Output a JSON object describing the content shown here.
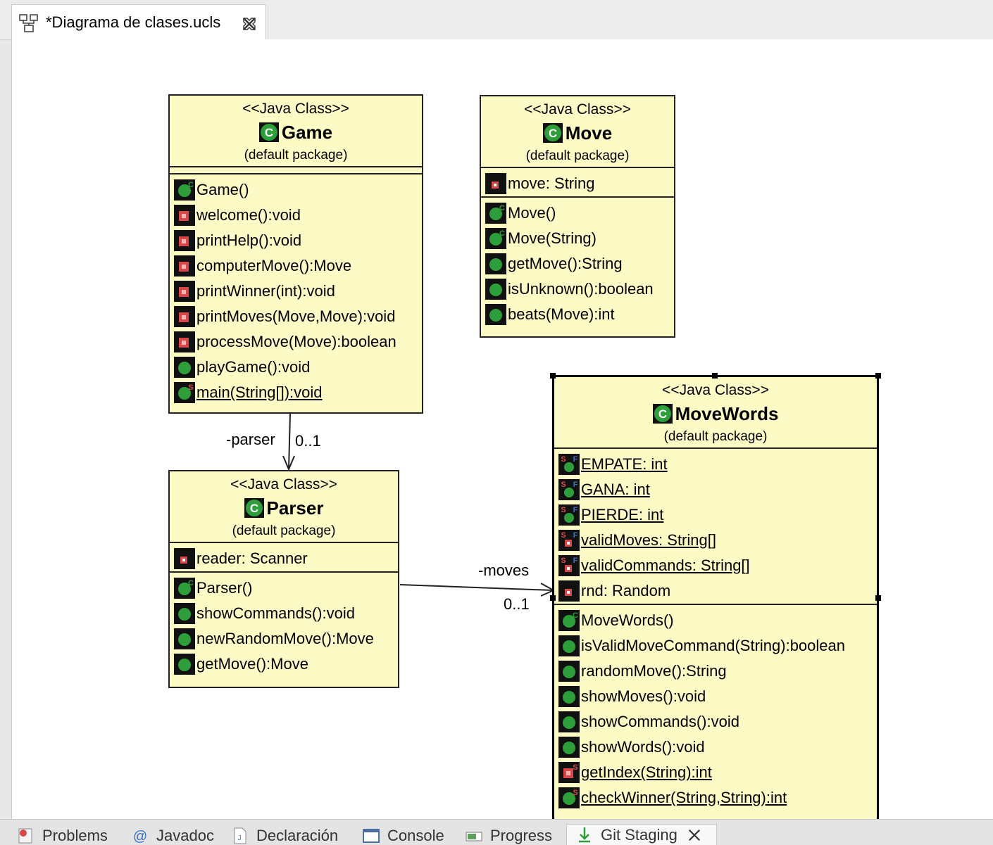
{
  "editor": {
    "tab_title": "*Diagrama de clases.ucls"
  },
  "colors": {
    "class_fill": "#fdfbc5",
    "public_icon": "#2e9e3a",
    "private_icon": "#d84848"
  },
  "classes": {
    "game": {
      "stereotype": "<<Java Class>>",
      "name": "Game",
      "package": "(default package)",
      "fields": [],
      "methods": [
        {
          "text": "Game()",
          "icon": "constructor-icon"
        },
        {
          "text": "welcome():void",
          "icon": "private-method-icon"
        },
        {
          "text": "printHelp():void",
          "icon": "private-method-icon"
        },
        {
          "text": "computerMove():Move",
          "icon": "private-method-icon"
        },
        {
          "text": "printWinner(int):void",
          "icon": "private-method-icon"
        },
        {
          "text": "printMoves(Move,Move):void",
          "icon": "private-method-icon"
        },
        {
          "text": "processMove(Move):boolean",
          "icon": "private-method-icon"
        },
        {
          "text": "playGame():void",
          "icon": "public-method-icon"
        },
        {
          "text": "main(String[]):void",
          "icon": "static-method-icon"
        }
      ]
    },
    "move": {
      "stereotype": "<<Java Class>>",
      "name": "Move",
      "package": "(default package)",
      "fields": [
        {
          "text": "move: String",
          "icon": "private-field-icon"
        }
      ],
      "methods": [
        {
          "text": "Move()",
          "icon": "constructor-icon"
        },
        {
          "text": "Move(String)",
          "icon": "constructor-icon"
        },
        {
          "text": "getMove():String",
          "icon": "public-method-icon"
        },
        {
          "text": "isUnknown():boolean",
          "icon": "public-method-icon"
        },
        {
          "text": "beats(Move):int",
          "icon": "public-method-icon"
        }
      ]
    },
    "parser": {
      "stereotype": "<<Java Class>>",
      "name": "Parser",
      "package": "(default package)",
      "fields": [
        {
          "text": "reader: Scanner",
          "icon": "private-field-icon"
        }
      ],
      "methods": [
        {
          "text": "Parser()",
          "icon": "constructor-icon"
        },
        {
          "text": "showCommands():void",
          "icon": "public-method-icon"
        },
        {
          "text": "newRandomMove():Move",
          "icon": "public-method-icon"
        },
        {
          "text": "getMove():Move",
          "icon": "public-method-icon"
        }
      ]
    },
    "movewords": {
      "stereotype": "<<Java Class>>",
      "name": "MoveWords",
      "package": "(default package)",
      "fields": [
        {
          "text": "EMPATE: int",
          "icon": "static-final-public-field-icon"
        },
        {
          "text": "GANA: int",
          "icon": "static-final-public-field-icon"
        },
        {
          "text": "PIERDE: int",
          "icon": "static-final-public-field-icon"
        },
        {
          "text": "validMoves: String[]",
          "icon": "static-final-private-field-icon"
        },
        {
          "text": "validCommands: String[]",
          "icon": "static-final-private-field-icon"
        },
        {
          "text": "rnd: Random",
          "icon": "private-field-icon"
        }
      ],
      "methods": [
        {
          "text": "MoveWords()",
          "icon": "constructor-icon"
        },
        {
          "text": "isValidMoveCommand(String):boolean",
          "icon": "public-method-icon"
        },
        {
          "text": "randomMove():String",
          "icon": "public-method-icon"
        },
        {
          "text": "showMoves():void",
          "icon": "public-method-icon"
        },
        {
          "text": "showCommands():void",
          "icon": "public-method-icon"
        },
        {
          "text": "showWords():void",
          "icon": "public-method-icon"
        },
        {
          "text": "getIndex(String):int",
          "icon": "static-private-method-icon"
        },
        {
          "text": "checkWinner(String,String):int",
          "icon": "static-method-icon"
        }
      ]
    }
  },
  "associations": {
    "game_parser": {
      "role": "-parser",
      "multiplicity": "0..1"
    },
    "parser_movewords": {
      "role": "-moves",
      "multiplicity": "0..1"
    }
  },
  "bottom_tabs": [
    {
      "label": "Problems",
      "icon": "problems-icon"
    },
    {
      "label": "Javadoc",
      "icon": "javadoc-icon"
    },
    {
      "label": "Declaración",
      "icon": "declaration-icon"
    },
    {
      "label": "Console",
      "icon": "console-icon"
    },
    {
      "label": "Progress",
      "icon": "progress-icon"
    },
    {
      "label": "Git Staging",
      "icon": "git-staging-icon"
    }
  ]
}
